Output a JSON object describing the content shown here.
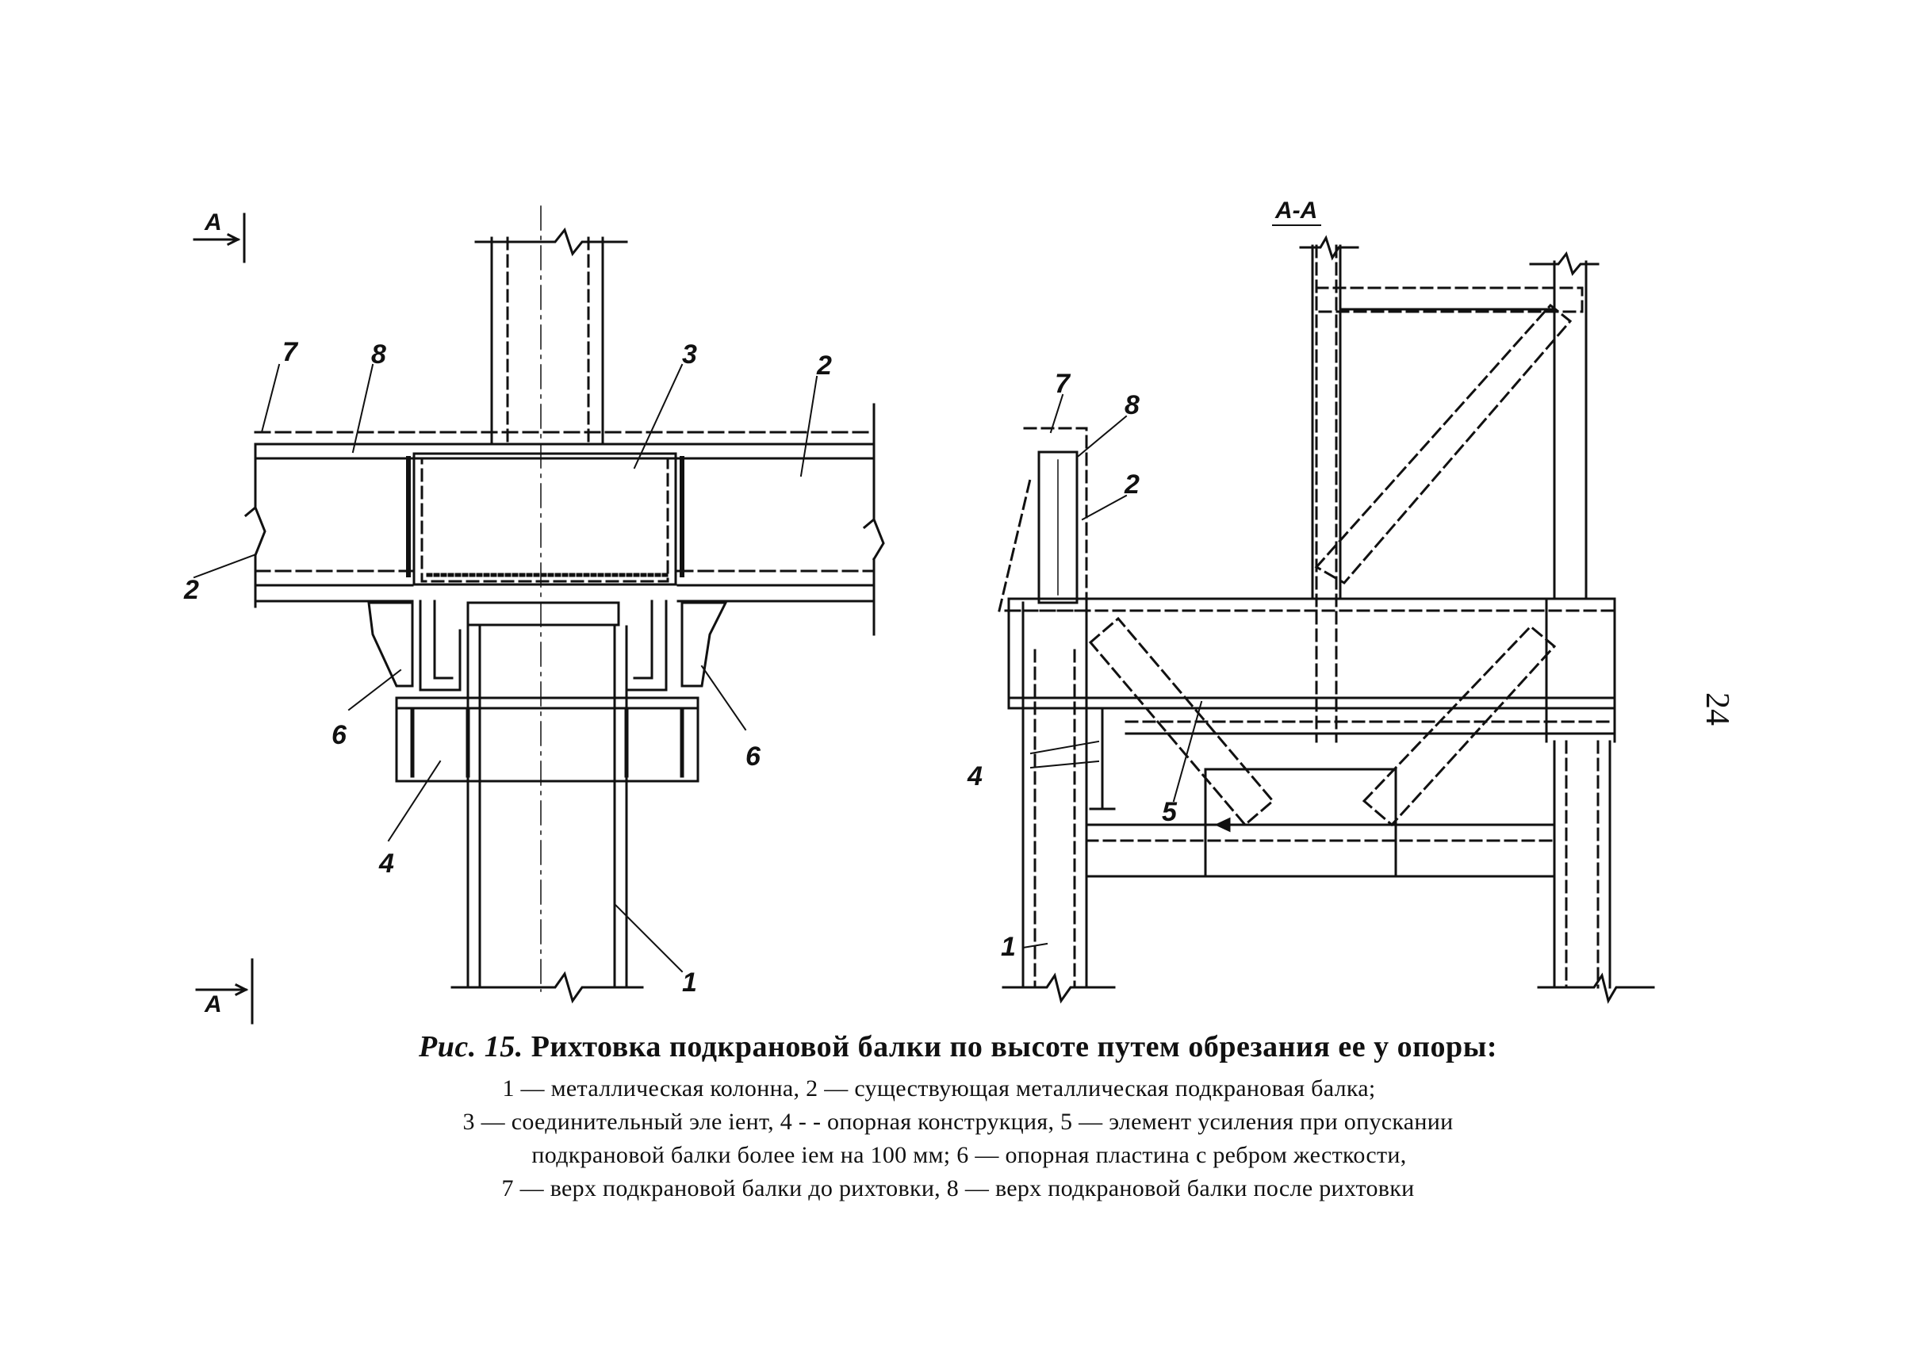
{
  "figure": {
    "number_prefix": "Рис. 15.",
    "title": "Рихтовка подкрановой балки по высоте путем обрезания ее у опоры:",
    "legend_lines": [
      "1 — металлическая колонна, 2 — существующая металлическая подкрановая балка;",
      "3 — соединительный эле іент, 4 - - опорная конструкция, 5 — элемент усиления при опускании",
      "подкрановой балки более іем на 100 мм; 6 — опорная пластина с ребром жесткости,",
      "7 — верх подкрановой балки до рихтовки, 8 — верх подкрановой балки после рихтовки"
    ]
  },
  "page_number": "24",
  "drawing": {
    "section_marks": {
      "top": "А",
      "bottom": "А",
      "section_view": "А-А"
    },
    "left_view_labels": [
      "7",
      "8",
      "3",
      "2",
      "2",
      "6",
      "6",
      "4",
      "1"
    ],
    "right_view_labels": [
      "7",
      "8",
      "2",
      "4",
      "5",
      "1"
    ]
  },
  "colors": {
    "ink": "#111111",
    "paper": "#ffffff"
  }
}
